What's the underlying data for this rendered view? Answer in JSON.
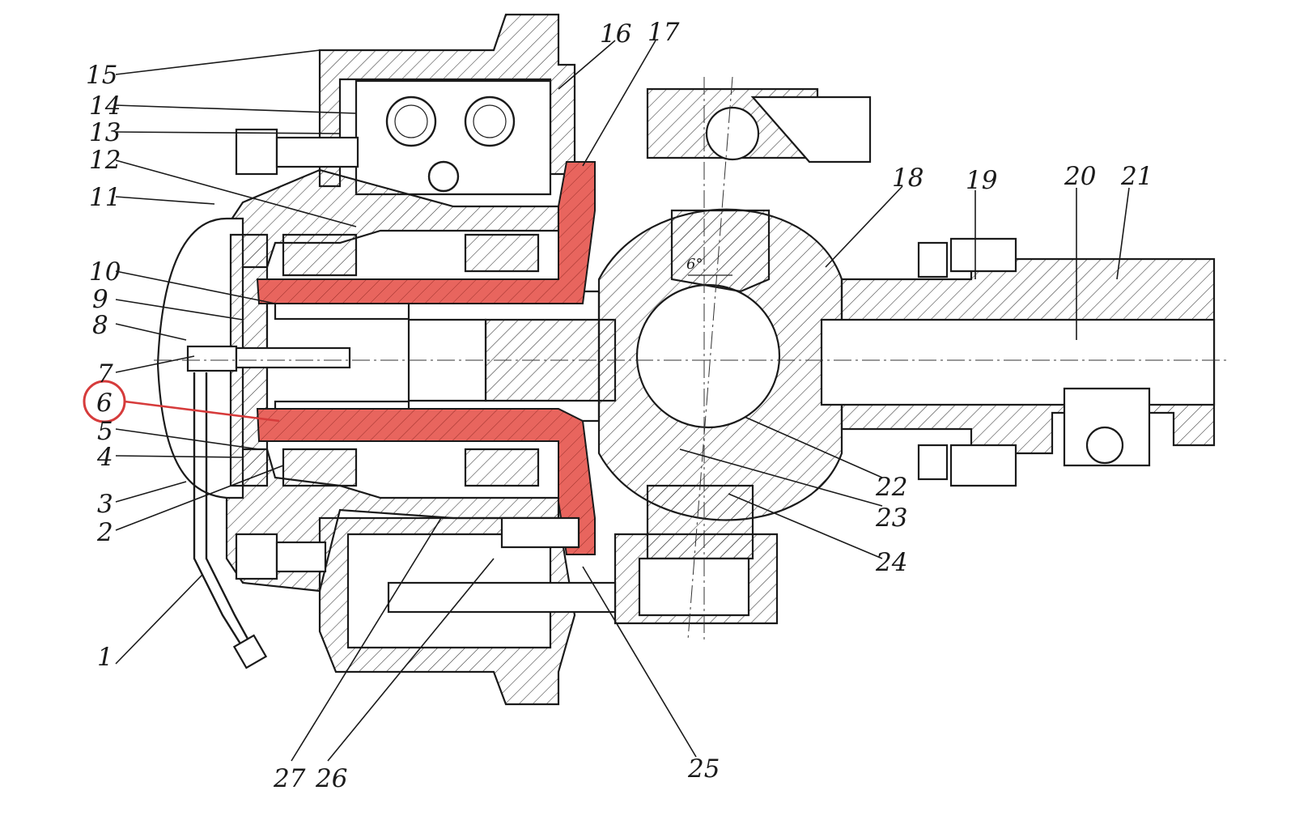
{
  "diagram": {
    "highlight_color": "#e8655e",
    "marker_color": "#d63b3b",
    "angle_label": "6°",
    "callouts": [
      "1",
      "2",
      "3",
      "4",
      "5",
      "6",
      "7",
      "8",
      "9",
      "10",
      "11",
      "12",
      "13",
      "14",
      "15",
      "16",
      "17",
      "18",
      "19",
      "20",
      "21",
      "22",
      "23",
      "24",
      "25",
      "26",
      "27"
    ],
    "highlighted_callout": "6"
  }
}
